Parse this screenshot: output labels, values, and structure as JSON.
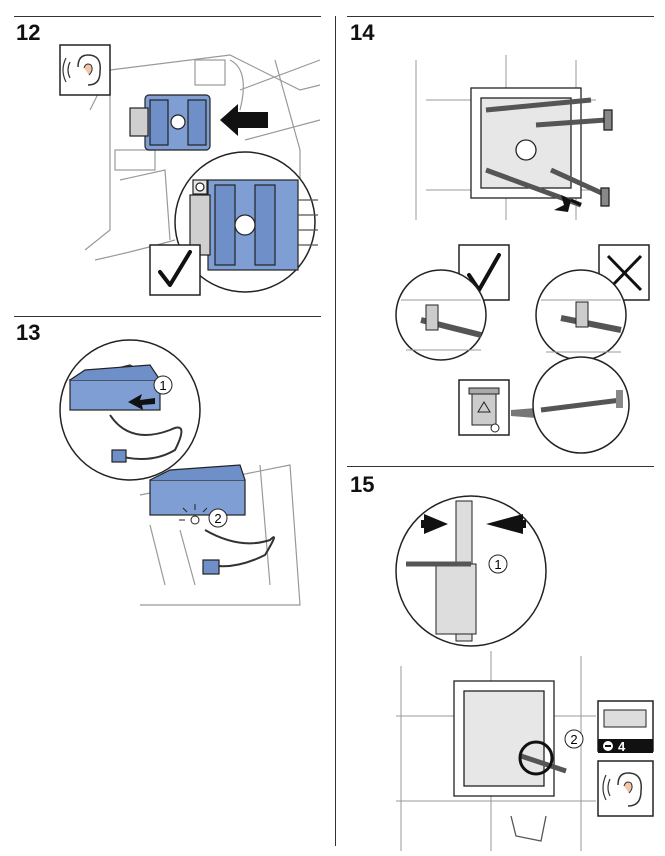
{
  "steps": [
    {
      "number": "12"
    },
    {
      "number": "13",
      "callouts": [
        "1",
        "2"
      ]
    },
    {
      "number": "14"
    },
    {
      "number": "15",
      "callouts": [
        "1",
        "2"
      ],
      "tool_label": "4"
    }
  ],
  "icons": {
    "hear": "ear-sound-icon",
    "ok": "checkmark-icon",
    "wrong": "cross-icon",
    "recycle": "recycle-bin-icon",
    "screwdriver": "slotted-screwdriver-icon"
  },
  "colors": {
    "blue": "#7f9fd4",
    "line": "#222222",
    "grey": "#d9d9d9"
  }
}
